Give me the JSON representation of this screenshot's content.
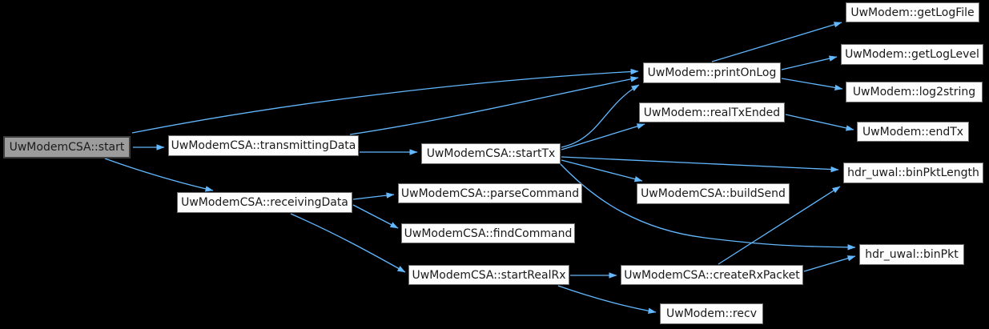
{
  "diagram": {
    "type": "call-graph",
    "colors": {
      "background": "#000000",
      "edge": "#63B8FF",
      "node_fill": "#fdfdfd",
      "node_border": "#6e6e6e",
      "node_text": "#1a1a1a",
      "root_fill": "#9c9c9c",
      "root_border": "#3d3d3d"
    },
    "nodes": [
      {
        "id": "start",
        "label": "UwModemCSA::start",
        "root": true
      },
      {
        "id": "transmittingData",
        "label": "UwModemCSA::transmittingData"
      },
      {
        "id": "receivingData",
        "label": "UwModemCSA::receivingData"
      },
      {
        "id": "startTx",
        "label": "UwModemCSA::startTx"
      },
      {
        "id": "printOnLog",
        "label": "UwModem::printOnLog"
      },
      {
        "id": "realTxEnded",
        "label": "UwModem::realTxEnded"
      },
      {
        "id": "getLogFile",
        "label": "UwModem::getLogFile"
      },
      {
        "id": "getLogLevel",
        "label": "UwModem::getLogLevel"
      },
      {
        "id": "log2string",
        "label": "UwModem::log2string"
      },
      {
        "id": "endTx",
        "label": "UwModem::endTx"
      },
      {
        "id": "binPktLength",
        "label": "hdr_uwal::binPktLength"
      },
      {
        "id": "buildSend",
        "label": "UwModemCSA::buildSend"
      },
      {
        "id": "parseCommand",
        "label": "UwModemCSA::parseCommand"
      },
      {
        "id": "findCommand",
        "label": "UwModemCSA::findCommand"
      },
      {
        "id": "startRealRx",
        "label": "UwModemCSA::startRealRx"
      },
      {
        "id": "createRxPacket",
        "label": "UwModemCSA::createRxPacket"
      },
      {
        "id": "binPkt",
        "label": "hdr_uwal::binPkt"
      },
      {
        "id": "recv",
        "label": "UwModem::recv"
      }
    ],
    "edges": [
      {
        "from": "start",
        "to": "transmittingData"
      },
      {
        "from": "start",
        "to": "printOnLog"
      },
      {
        "from": "start",
        "to": "receivingData"
      },
      {
        "from": "transmittingData",
        "to": "printOnLog"
      },
      {
        "from": "transmittingData",
        "to": "startTx"
      },
      {
        "from": "startTx",
        "to": "printOnLog"
      },
      {
        "from": "startTx",
        "to": "realTxEnded"
      },
      {
        "from": "startTx",
        "to": "binPktLength"
      },
      {
        "from": "startTx",
        "to": "buildSend"
      },
      {
        "from": "startTx",
        "to": "binPkt"
      },
      {
        "from": "printOnLog",
        "to": "getLogFile"
      },
      {
        "from": "printOnLog",
        "to": "getLogLevel"
      },
      {
        "from": "printOnLog",
        "to": "log2string"
      },
      {
        "from": "realTxEnded",
        "to": "endTx"
      },
      {
        "from": "receivingData",
        "to": "parseCommand"
      },
      {
        "from": "receivingData",
        "to": "findCommand"
      },
      {
        "from": "receivingData",
        "to": "startRealRx"
      },
      {
        "from": "startRealRx",
        "to": "createRxPacket"
      },
      {
        "from": "startRealRx",
        "to": "recv"
      },
      {
        "from": "createRxPacket",
        "to": "binPkt"
      },
      {
        "from": "createRxPacket",
        "to": "binPktLength"
      }
    ]
  }
}
